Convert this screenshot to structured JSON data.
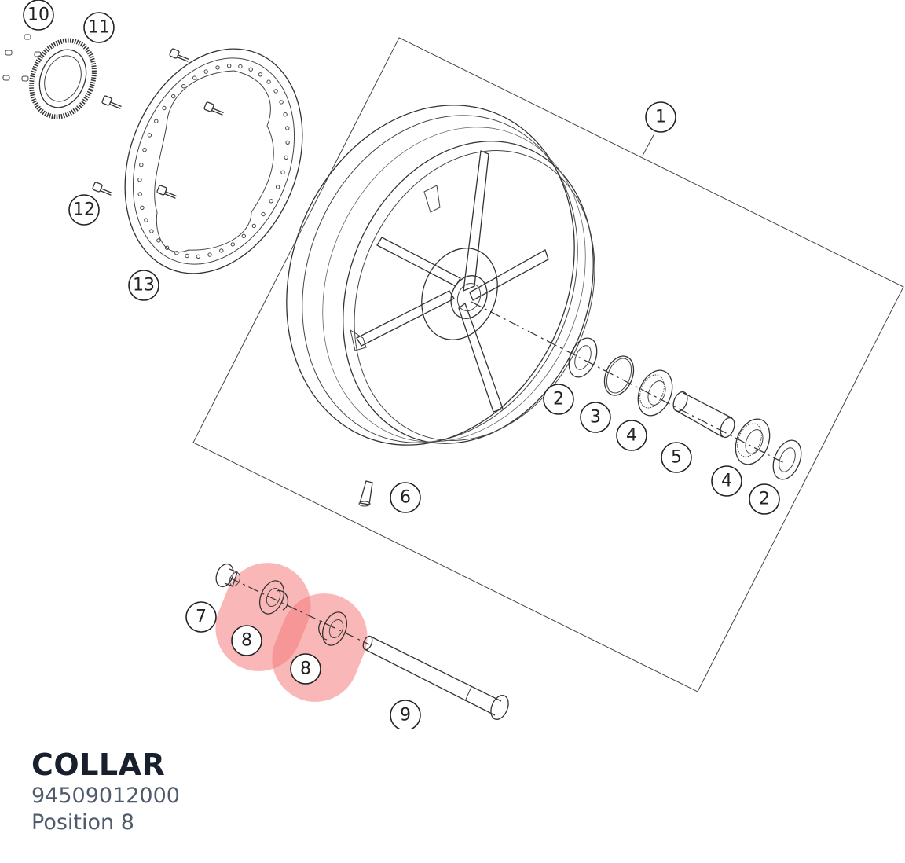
{
  "diagram": {
    "labels": [
      {
        "id": "1",
        "text": "1"
      },
      {
        "id": "2a",
        "text": "2"
      },
      {
        "id": "2b",
        "text": "2"
      },
      {
        "id": "3",
        "text": "3"
      },
      {
        "id": "4a",
        "text": "4"
      },
      {
        "id": "4b",
        "text": "4"
      },
      {
        "id": "5",
        "text": "5"
      },
      {
        "id": "6",
        "text": "6"
      },
      {
        "id": "7",
        "text": "7"
      },
      {
        "id": "8a",
        "text": "8"
      },
      {
        "id": "8b",
        "text": "8"
      },
      {
        "id": "9",
        "text": "9"
      },
      {
        "id": "10",
        "text": "10"
      },
      {
        "id": "11",
        "text": "11"
      },
      {
        "id": "12",
        "text": "12"
      },
      {
        "id": "13",
        "text": "13"
      }
    ],
    "highlighted_position": "8",
    "highlight_color": "#f47c7c"
  },
  "part": {
    "name": "COLLAR",
    "number": "94509012000",
    "position": "Position 8"
  }
}
